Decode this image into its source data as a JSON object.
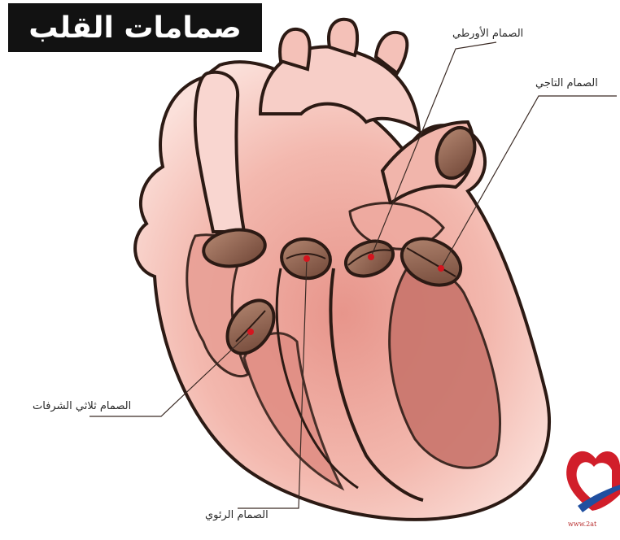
{
  "title": "صمامات القلب",
  "labels": {
    "aortic": "الصمام الأورطي",
    "mitral": "الصمام التاجي",
    "tricuspid": "الصمام ثلاثي الشرفات",
    "pulmonary": "الصمام الرئوي"
  },
  "logo_url": "www.2at",
  "colors": {
    "heart_fill": "#f6c5bd",
    "heart_dark": "#c46a62",
    "outline": "#2c1a14",
    "valve_fill": "#8a5a48",
    "marker": "#d4151f",
    "title_bg": "#121212"
  }
}
